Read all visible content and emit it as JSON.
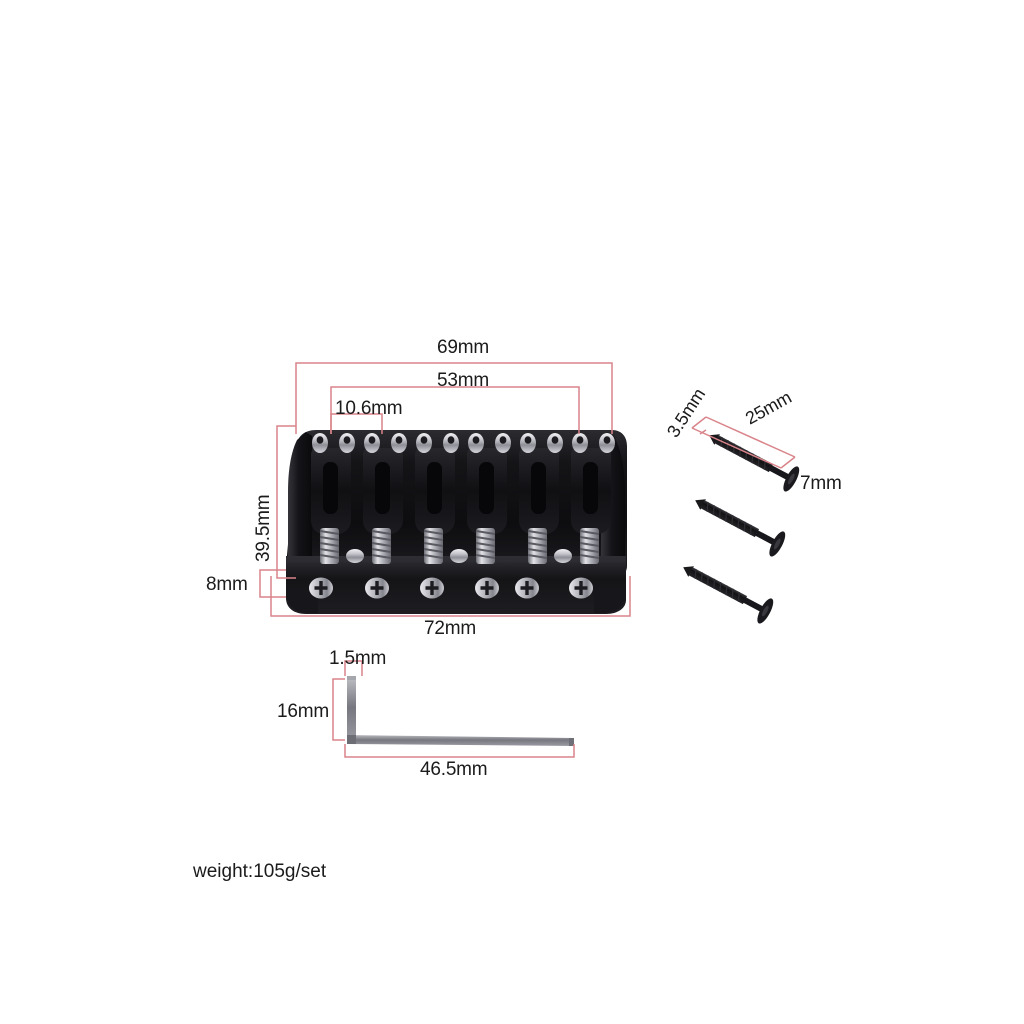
{
  "product": {
    "type": "guitar-bridge-dimension-diagram",
    "weight_label": "weight:105g/set"
  },
  "bridge": {
    "string_count": 6,
    "body_color": "#121214",
    "hardware_color": "#c9c9cf",
    "dimensions": {
      "overall_width": "69mm",
      "inner_width": "53mm",
      "saddle_spacing": "10.6mm",
      "depth": "39.5mm",
      "plate_height": "8mm",
      "base_width": "72mm"
    }
  },
  "screws": {
    "count": 3,
    "color": "#1a1a1c",
    "dimensions": {
      "shaft_diameter": "3.5mm",
      "length": "25mm",
      "head_diameter": "7mm"
    }
  },
  "hex_key": {
    "color": "#8d8d92",
    "dimensions": {
      "key_thickness": "1.5mm",
      "short_arm": "16mm",
      "long_arm": "46.5mm"
    }
  },
  "style": {
    "dimension_line_color": "#d9848a",
    "text_color": "#1b1b1b",
    "background": "#ffffff"
  }
}
